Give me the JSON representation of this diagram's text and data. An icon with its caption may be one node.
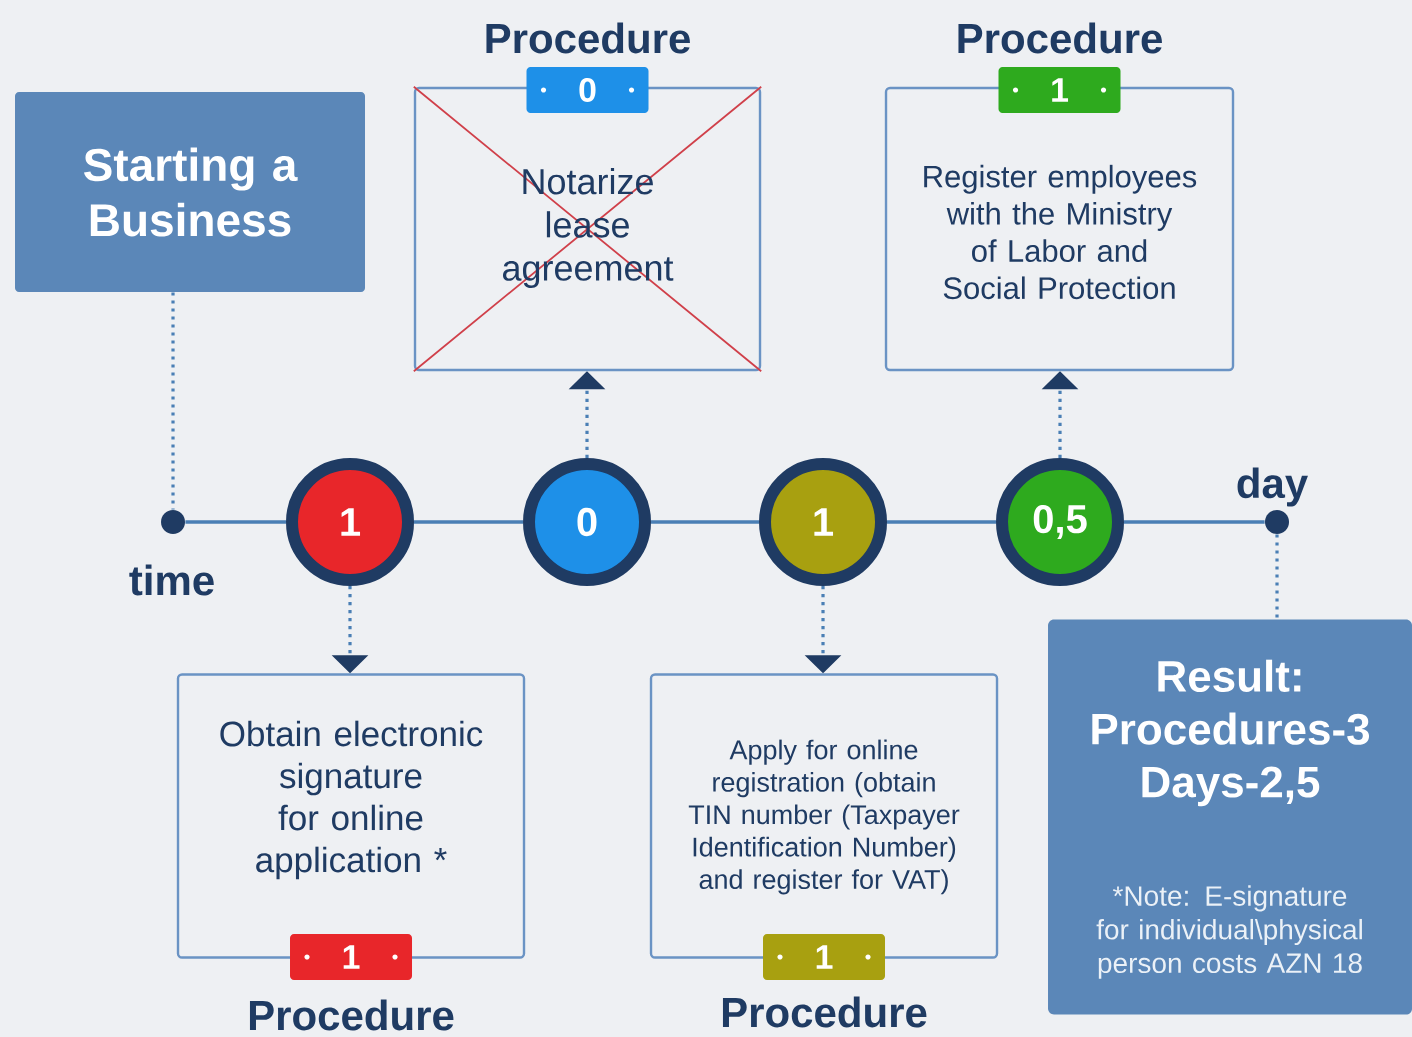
{
  "diagram": {
    "nodes": [
      {
        "text": [
          "Starting a Business"
        ]
      },
      {
        "text": [],
        "shape": "circle"
      },
      {
        "text": [
          "1"
        ]
      },
      {
        "text": [
          "0"
        ]
      },
      {
        "text": [
          "1"
        ]
      },
      {
        "text": [
          "0,5"
        ]
      },
      {
        "text": [],
        "shape": "circle"
      },
      {
        "text": [
          "Procedure",
          "0",
          "Notarize lease agreement"
        ]
      },
      {
        "text": [
          "Procedure",
          "1",
          "Register employees with the Ministry of Labor and Social Protection"
        ]
      },
      {
        "text": [
          "Obtain electronic signature for online application *",
          "1",
          "Procedure"
        ]
      },
      {
        "text": [
          "Apply for online registration (obtain TIN number (Taxpayer Identification Number) and register for VAT)",
          "1",
          "Procedure"
        ]
      },
      {
        "text": [
          "Result: Procedures-3 Days-2,5",
          "*Note: E-signature for individual\\physical person costs AZN 18"
        ]
      }
    ],
    "edges": [
      {
        "from": 0,
        "to": 1,
        "arrow": "none",
        "style": "dashed"
      },
      {
        "from": 1,
        "to": 2,
        "arrow": "none"
      },
      {
        "from": 2,
        "to": 3,
        "arrow": "none"
      },
      {
        "from": 3,
        "to": 4,
        "arrow": "none"
      },
      {
        "from": 4,
        "to": 5,
        "arrow": "none"
      },
      {
        "from": 5,
        "to": 6,
        "arrow": "none"
      },
      {
        "from": 3,
        "to": 7,
        "arrow": "to",
        "style": "dashed"
      },
      {
        "from": 5,
        "to": 8,
        "arrow": "to",
        "style": "dashed"
      },
      {
        "from": 2,
        "to": 9,
        "arrow": "to",
        "style": "dashed"
      },
      {
        "from": 4,
        "to": 10,
        "arrow": "to",
        "style": "dashed"
      },
      {
        "from": 6,
        "to": 11,
        "arrow": "none",
        "style": "dashed"
      }
    ],
    "labels": [
      "time",
      "day"
    ]
  }
}
